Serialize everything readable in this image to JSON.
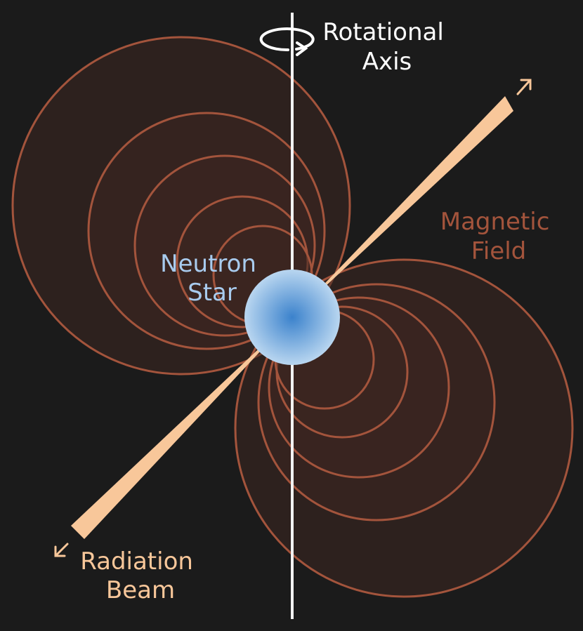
{
  "labels": {
    "rotational_axis": [
      "Rotational",
      "Axis"
    ],
    "magnetic_field": [
      "Magnetic",
      "Field"
    ],
    "neutron_star": [
      "Neutron",
      "Star"
    ],
    "radiation_beam": [
      "Radiation",
      "Beam"
    ]
  },
  "colors": {
    "background": "#1b1b1b",
    "field_line": "#a3543c",
    "field_fill": "#3d2620",
    "beam": "#f8c79a",
    "star_center": "#3b82cc",
    "star_edge": "#b9d6f0",
    "axis": "#f2f2f2",
    "star_label": "#a8cbee",
    "field_label": "#a3543c",
    "beam_label": "#f8c79a",
    "axis_label": "#ffffff"
  },
  "icons": {
    "rotation": "rotation-arrow-icon",
    "beam_direction": "arrow-icon"
  }
}
